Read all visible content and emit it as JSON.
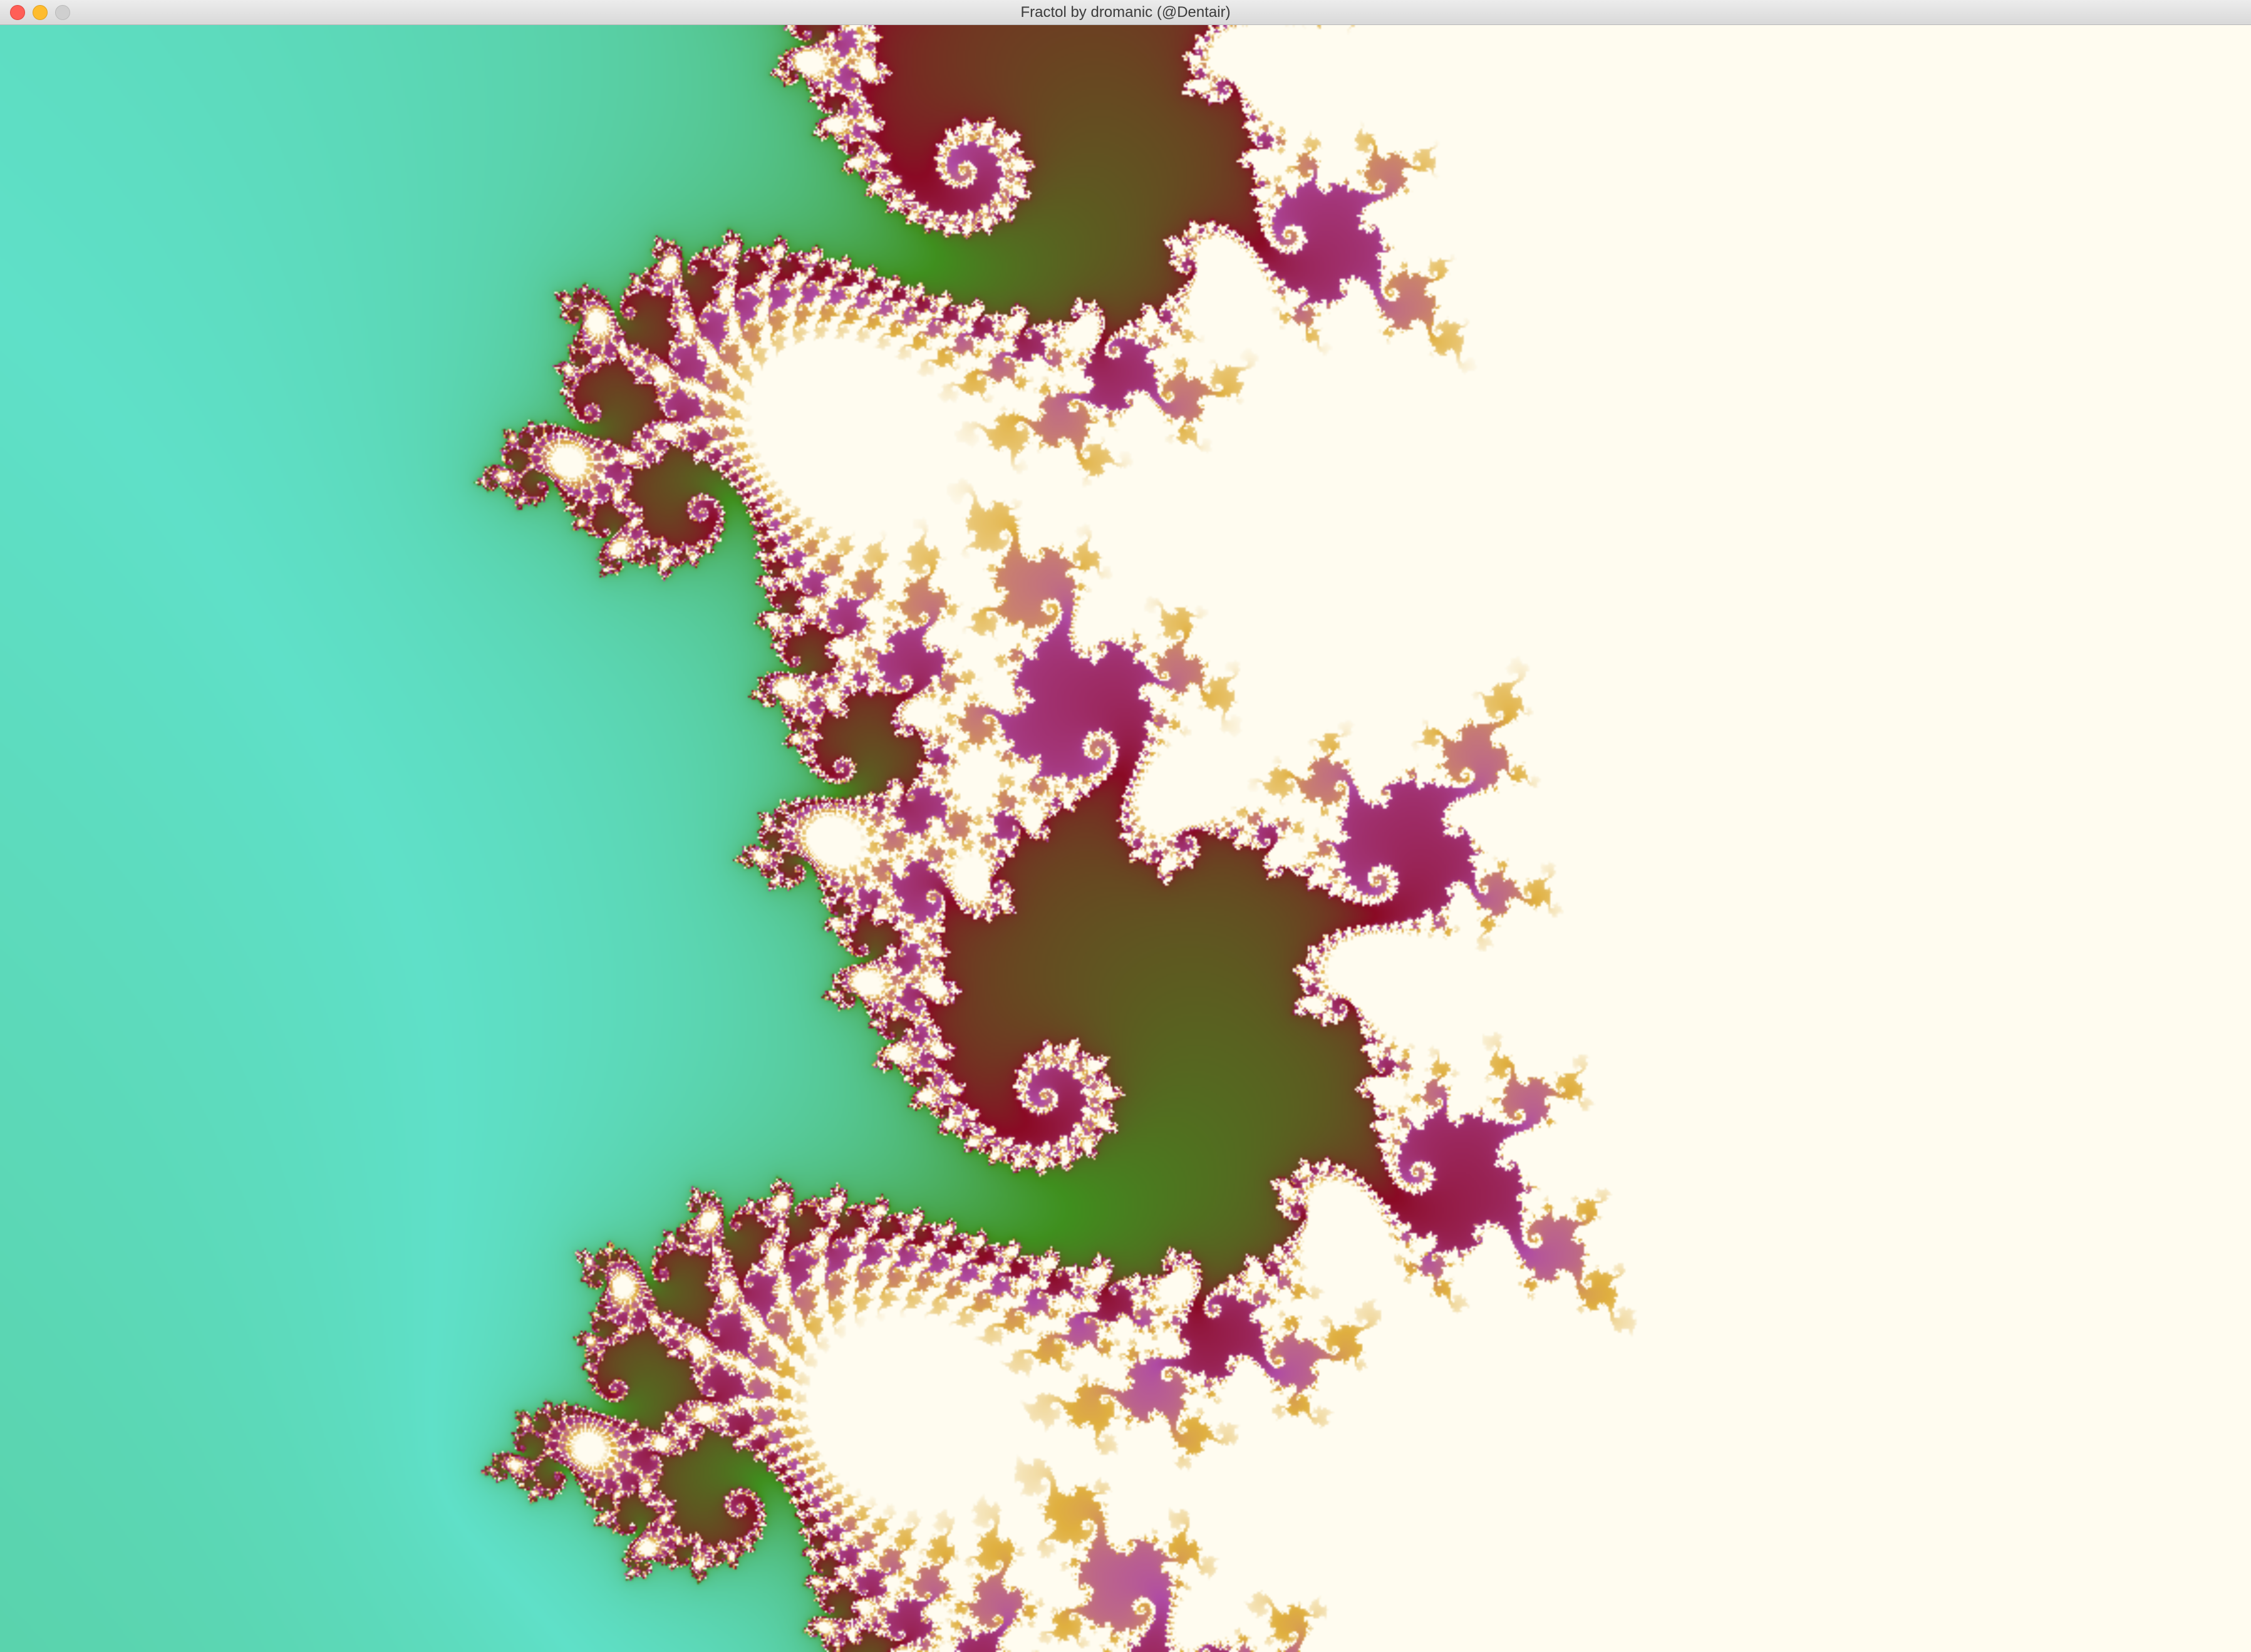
{
  "window": {
    "title": "Fractol by dromanic (@Dentair)",
    "buttons": {
      "close": "close-window",
      "minimize": "minimize-window",
      "zoom": "zoom-window"
    }
  },
  "fractal": {
    "type": "mandelbrot",
    "palette": {
      "background_dark": "#13224a",
      "background_blue": "#2b63c7",
      "bright_blue": "#3a7bea",
      "green": "#3f8f1e",
      "aqua": "#5fe0c8",
      "maroon": "#8a0a24",
      "magenta": "#b04ca4",
      "gold": "#e0b040",
      "cream": "#fffcf0"
    }
  }
}
